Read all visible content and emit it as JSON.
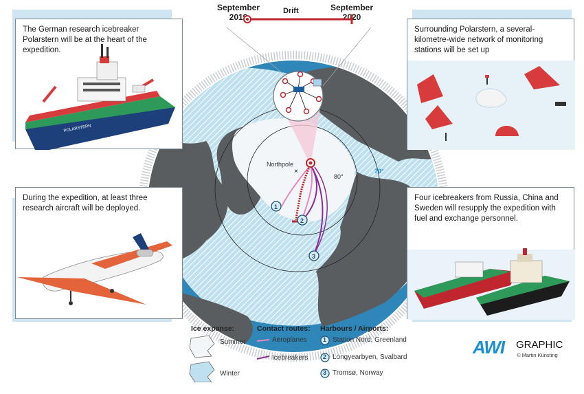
{
  "timeline": {
    "start_label": "September 2019",
    "end_label": "September 2020",
    "drift_label": "Drift",
    "color": "#c0262d"
  },
  "panels": {
    "top_left": "The German research icebreaker Polarstern will be at the heart of the expedition.",
    "top_right": "Surrounding Polarstern, a several-kilometre-wide network of monitoring stations will be set up",
    "bottom_left": "During the expedition, at least three research aircraft will be deployed.",
    "bottom_right": "Four icebreakers from Russia, China and Sweden will resupply the expedition with fuel and exchange personnel."
  },
  "map": {
    "northpole_label": "Northpole",
    "lat80_label": "80°",
    "lat70_label": "70°",
    "harbour_markers": [
      "1",
      "2",
      "3"
    ],
    "ship_name": "POLARSTERN"
  },
  "legend": {
    "ice_header": "Ice expanse:",
    "summer": "Summer",
    "winter": "Winter",
    "routes_header": "Contact routes:",
    "aeroplanes": "Aeroplanes",
    "icebreakers": "Icebreakers",
    "harbours_header": "Harbours / Airports:",
    "harbours": [
      {
        "num": "1",
        "name": "Station Nord, Greenland"
      },
      {
        "num": "2",
        "name": "Longyearbyen, Svalbard"
      },
      {
        "num": "3",
        "name": "Tromsø, Norway"
      }
    ],
    "colors": {
      "aeroplanes": "#e58bc0",
      "icebreakers": "#8a2f96",
      "summer_ice": "#f2f6f8",
      "winter_ice": "#bfe1ef"
    }
  },
  "logo": {
    "mark": "AWI",
    "word": "GRAPHIC",
    "credit": "© Martin Künsting"
  }
}
